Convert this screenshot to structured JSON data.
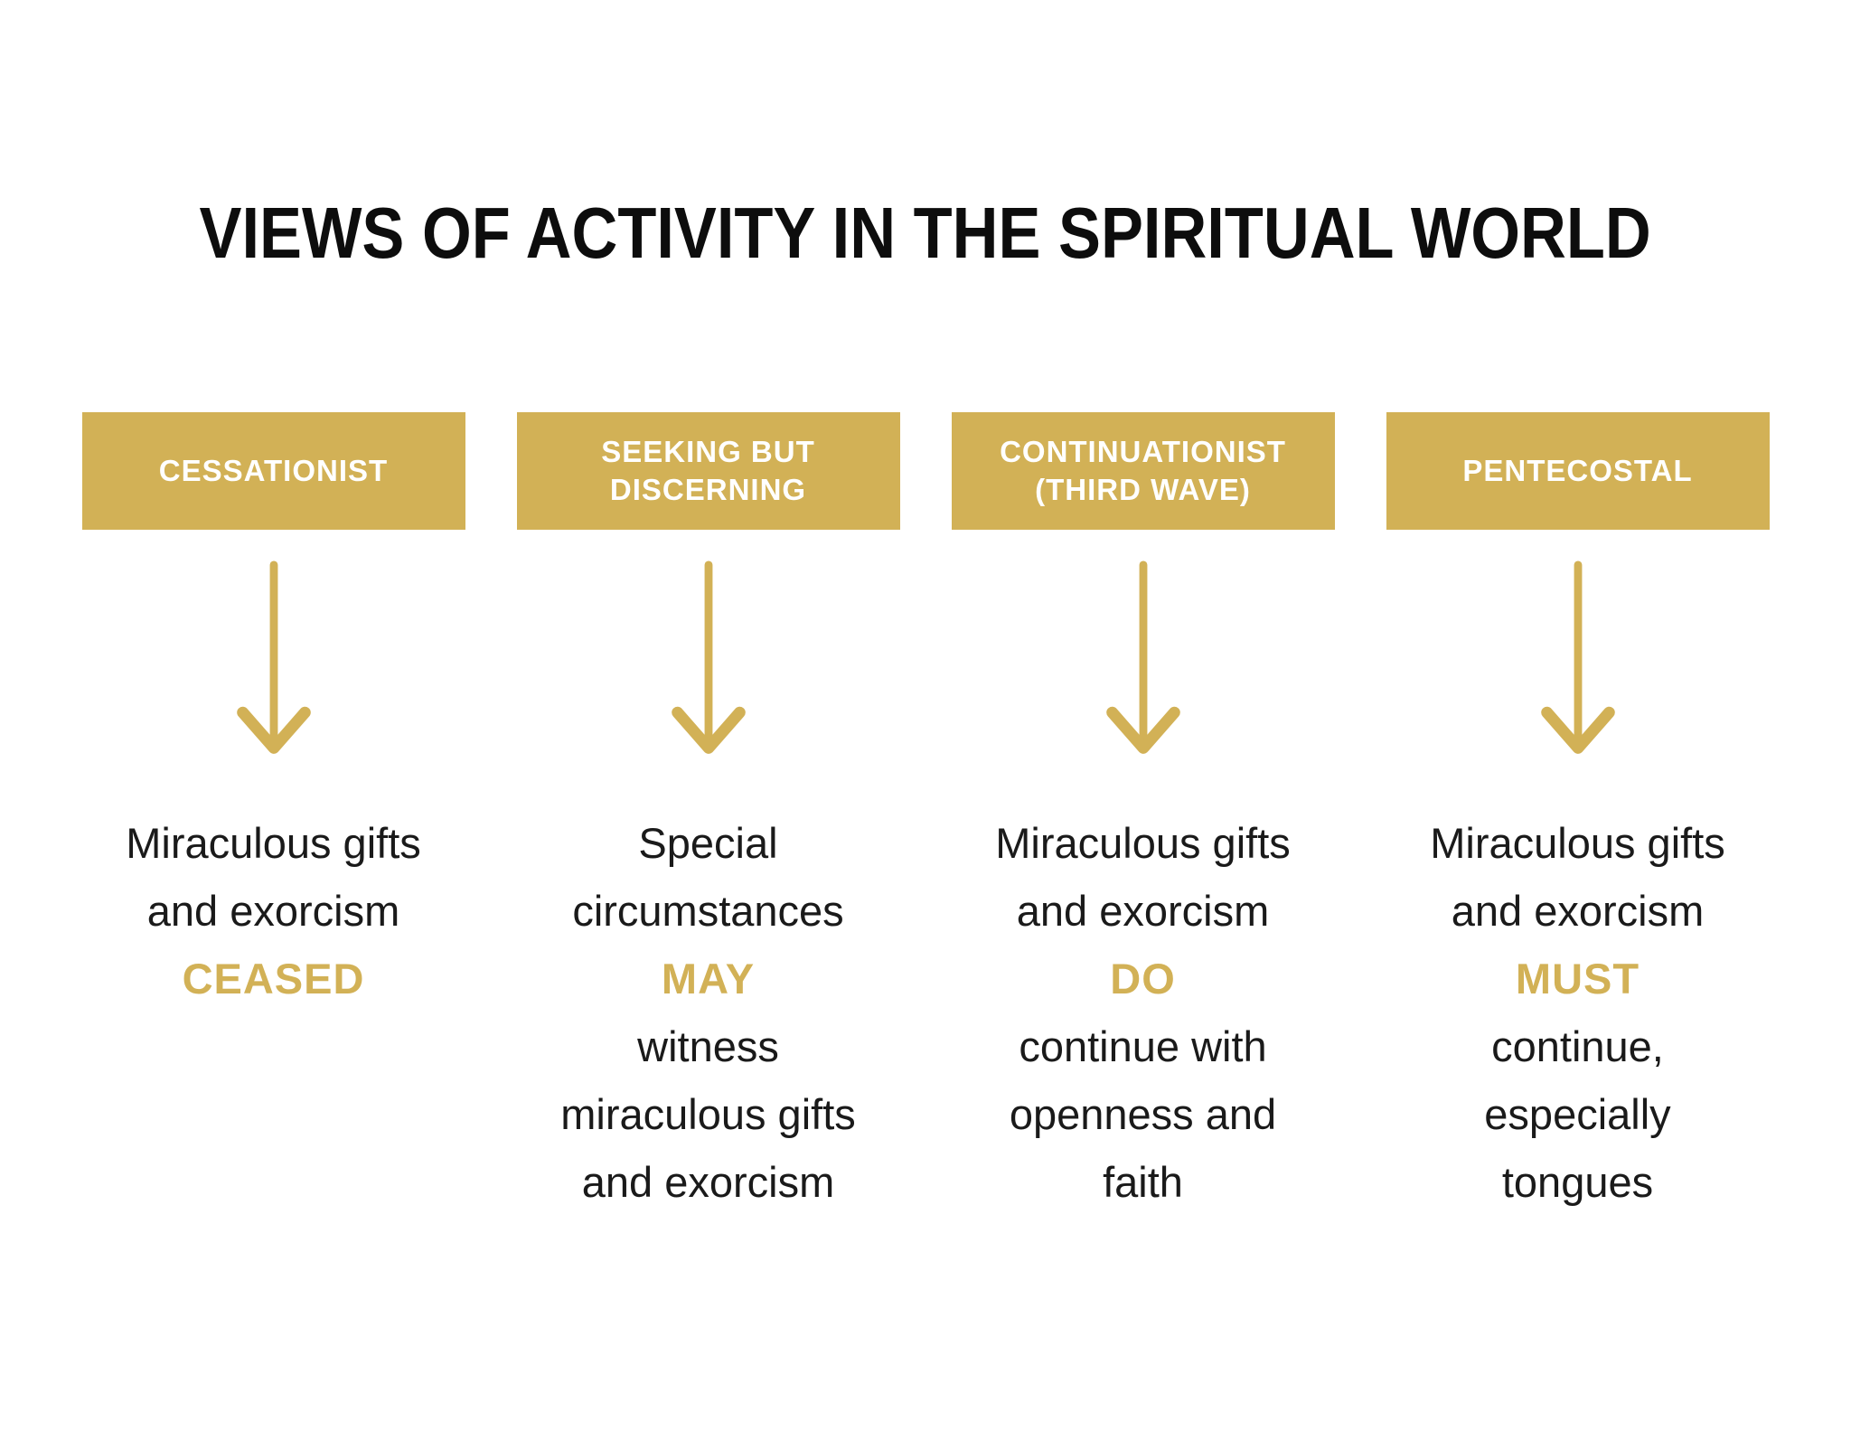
{
  "title": "VIEWS OF ACTIVITY IN THE SPIRITUAL WORLD",
  "colors": {
    "accent": "#D2B156",
    "header_text": "#FFFFFF",
    "body_text": "#1A1A1A",
    "title_text": "#0D0D0D",
    "background": "#FFFFFF"
  },
  "columns": [
    {
      "header": "CESSATIONIST",
      "arrow_icon": "down-arrow",
      "lines_before": [
        "Miraculous gifts",
        "and exorcism"
      ],
      "keyword": "CEASED",
      "lines_after": []
    },
    {
      "header": "SEEKING BUT DISCERNING",
      "arrow_icon": "down-arrow",
      "lines_before": [
        "Special",
        "circumstances"
      ],
      "keyword": "MAY",
      "lines_after": [
        "witness",
        "miraculous gifts",
        "and exorcism"
      ]
    },
    {
      "header": "CONTINUATIONIST (THIRD WAVE)",
      "arrow_icon": "down-arrow",
      "lines_before": [
        "Miraculous gifts",
        "and exorcism"
      ],
      "keyword": "DO",
      "lines_after": [
        "continue with",
        "openness and",
        "faith"
      ]
    },
    {
      "header": "PENTECOSTAL",
      "arrow_icon": "down-arrow",
      "lines_before": [
        "Miraculous gifts",
        "and exorcism"
      ],
      "keyword": "MUST",
      "lines_after": [
        "continue,",
        "especially",
        "tongues"
      ]
    }
  ]
}
